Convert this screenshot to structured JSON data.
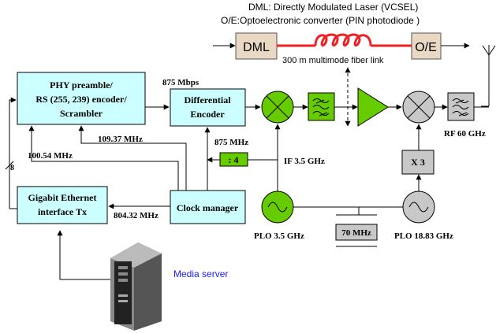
{
  "legend": {
    "dml_line": "DML:      Directly Modulated Laser (VCSEL)",
    "oe_line": "O/E:Optoelectronic converter (PIN photodiode )"
  },
  "optical_link": {
    "dml_label": "DML",
    "oe_label": "O/E",
    "fiber_label": "300 m multimode fiber link"
  },
  "blocks": {
    "phy_line1": "PHY preamble/",
    "phy_line2": "RS (255, 239) encoder/",
    "phy_line3": "Scrambler",
    "diff_line1": "Differential",
    "diff_line2": "Encoder",
    "gbe_line1": "Gigabit Ethernet",
    "gbe_line2": "interface Tx",
    "clock_manager": "Clock manager",
    "divider": ": 4",
    "multiplier": "X 3",
    "filter_70": "70 MHz"
  },
  "labels": {
    "rate_875_top": "875 Mbps",
    "rate_875_mhz": "875 MHz",
    "clk_109": "109.37 MHz",
    "clk_100": "100.54 MHz",
    "clk_804": "804.32 MHz",
    "if_freq": "IF 3.5 GHz",
    "rf_freq": "RF 60 GHz",
    "plo_35": "PLO 3.5 GHz",
    "plo_1883": "PLO 18.83 GHz",
    "bus_width": "8",
    "media_server": "Media server"
  },
  "colors": {
    "block_fill": "#ccffff",
    "green": "#66cc00",
    "gray_fill": "#c8c8c8",
    "dml_fill": "#e8d8c4",
    "fiber_red": "#ee2222",
    "media_text": "#1a1aff"
  }
}
